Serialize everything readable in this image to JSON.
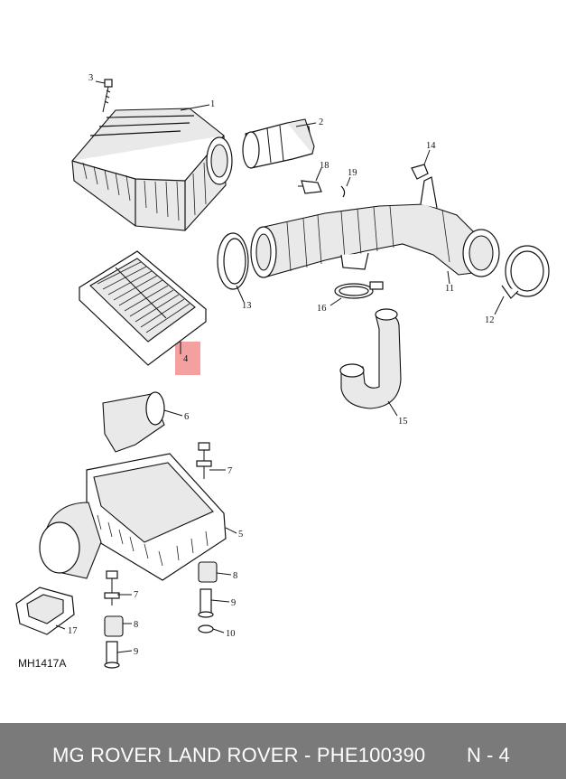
{
  "diagram": {
    "callouts": [
      "1",
      "2",
      "3",
      "4",
      "5",
      "6",
      "7",
      "8",
      "9",
      "10",
      "11",
      "12",
      "13",
      "14",
      "15",
      "16",
      "17",
      "18",
      "19",
      "7",
      "8",
      "9"
    ],
    "reference_code": "MH1417A",
    "highlight_color": "#f08080"
  },
  "footer": {
    "title": "MG ROVER LAND ROVER - PHE100390",
    "page": "N - 4",
    "background": "#7a7a7a",
    "text_color": "#ffffff"
  }
}
